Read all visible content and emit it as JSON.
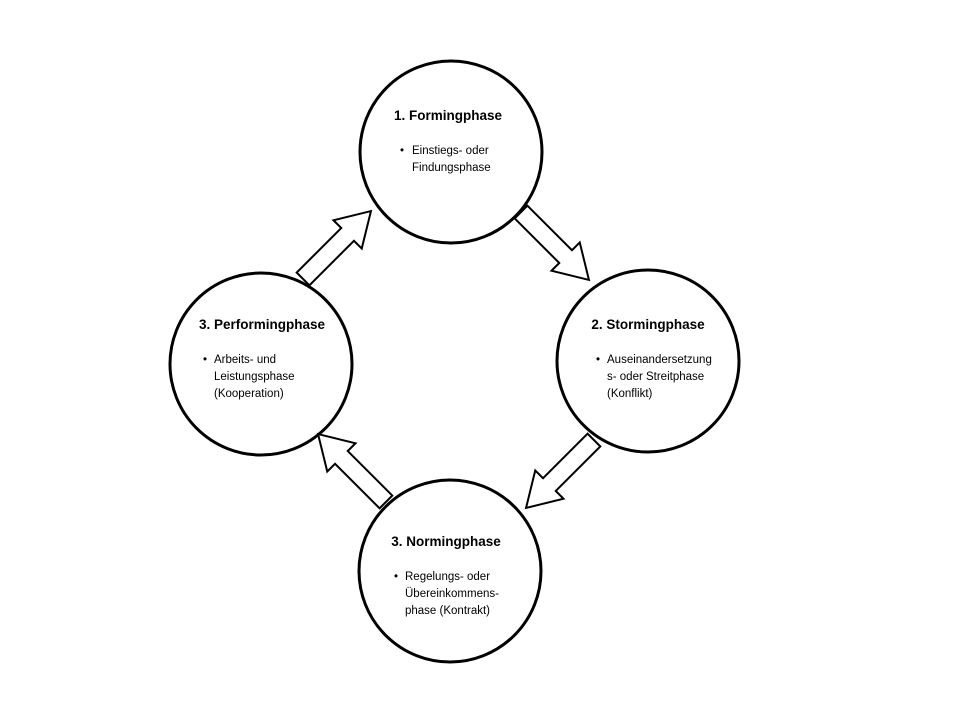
{
  "phases": [
    {
      "title": "1. Formingphase",
      "bullet": "•",
      "lines": [
        "Einstiegs- oder",
        "Findungsphase"
      ]
    },
    {
      "title": "2.  Stormingphase",
      "bullet": "•",
      "lines": [
        "Auseinandersetzung",
        "s- oder Streitphase",
        "(Konflikt)"
      ]
    },
    {
      "title": "3.  Normingphase",
      "bullet": "•",
      "lines": [
        "Regelungs- oder",
        "Übereinkommens-",
        "phase (Kontrakt)"
      ]
    },
    {
      "title": "3.  Performingphase",
      "bullet": "•",
      "lines": [
        "Arbeits- und",
        "Leistungsphase",
        "(Kooperation)"
      ]
    }
  ],
  "arrows": [
    {
      "from": "1. Formingphase",
      "to": "2.  Stormingphase",
      "direction": "down-right"
    },
    {
      "from": "2.  Stormingphase",
      "to": "3.  Normingphase",
      "direction": "down-left"
    },
    {
      "from": "3.  Normingphase",
      "to": "3.  Performingphase",
      "direction": "up-left"
    },
    {
      "from": "3.  Performingphase",
      "to": "1. Formingphase",
      "direction": "up-right"
    }
  ],
  "colors": {
    "stroke": "#000000",
    "fill": "#ffffff",
    "background": "#ffffff"
  }
}
